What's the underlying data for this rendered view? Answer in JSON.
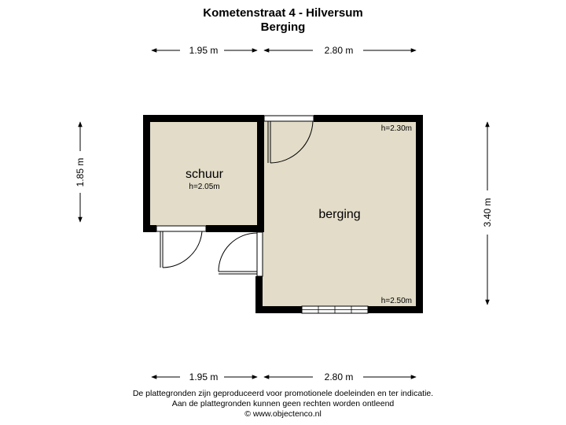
{
  "header": {
    "title": "Kometenstraat 4 - Hilversum",
    "subtitle": "Berging"
  },
  "dimensions": {
    "top_left_width": "1.95 m",
    "top_right_width": "2.80 m",
    "left_height": "1.85 m",
    "right_height": "3.40 m",
    "bottom_left_width": "1.95 m",
    "bottom_right_width": "2.80 m"
  },
  "rooms": {
    "schuur": {
      "name": "schuur",
      "height": "h=2.05m"
    },
    "berging": {
      "name": "berging",
      "height_top": "h=2.30m",
      "height_bottom": "h=2.50m"
    }
  },
  "colors": {
    "floor": "#e2dcc8",
    "wall": "#000000"
  },
  "footer": {
    "line1": "De plattegronden zijn geproduceerd voor promotionele doeleinden en ter indicatie.",
    "line2": "Aan de plattegronden kunnen geen rechten worden ontleend",
    "line3": "© www.objectenco.nl"
  }
}
